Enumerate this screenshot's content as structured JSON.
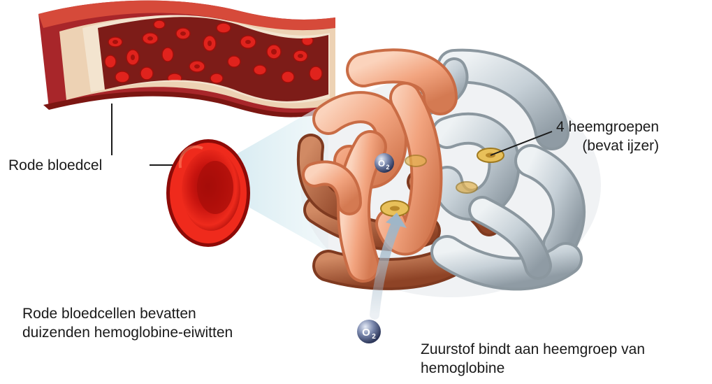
{
  "labels": {
    "red_blood_cell": "Rode bloedcel",
    "heme_groups_line1": "4 heemgroepen",
    "heme_groups_line2": "(bevat ijzer)",
    "cells_contain_line1": "Rode bloedcellen bevatten",
    "cells_contain_line2": "duizenden hemoglobine-eiwitten",
    "oxygen_binds_line1": "Zuurstof bindt aan heemgroep van",
    "oxygen_binds_line2": "hemoglobine"
  },
  "molecule_labels": {
    "oxygen_symbol": "O",
    "oxygen_subscript": "2"
  },
  "colors": {
    "vessel_wall": "#a8262a",
    "vessel_inner": "#e9c2a8",
    "red_cell": "#d91a12",
    "protein_orange": "#f2a884",
    "protein_brown": "#b85d3c",
    "protein_grey": "#c9d3da",
    "heme": "#e8c05a",
    "oxygen_molecule": "#5a6a90"
  }
}
